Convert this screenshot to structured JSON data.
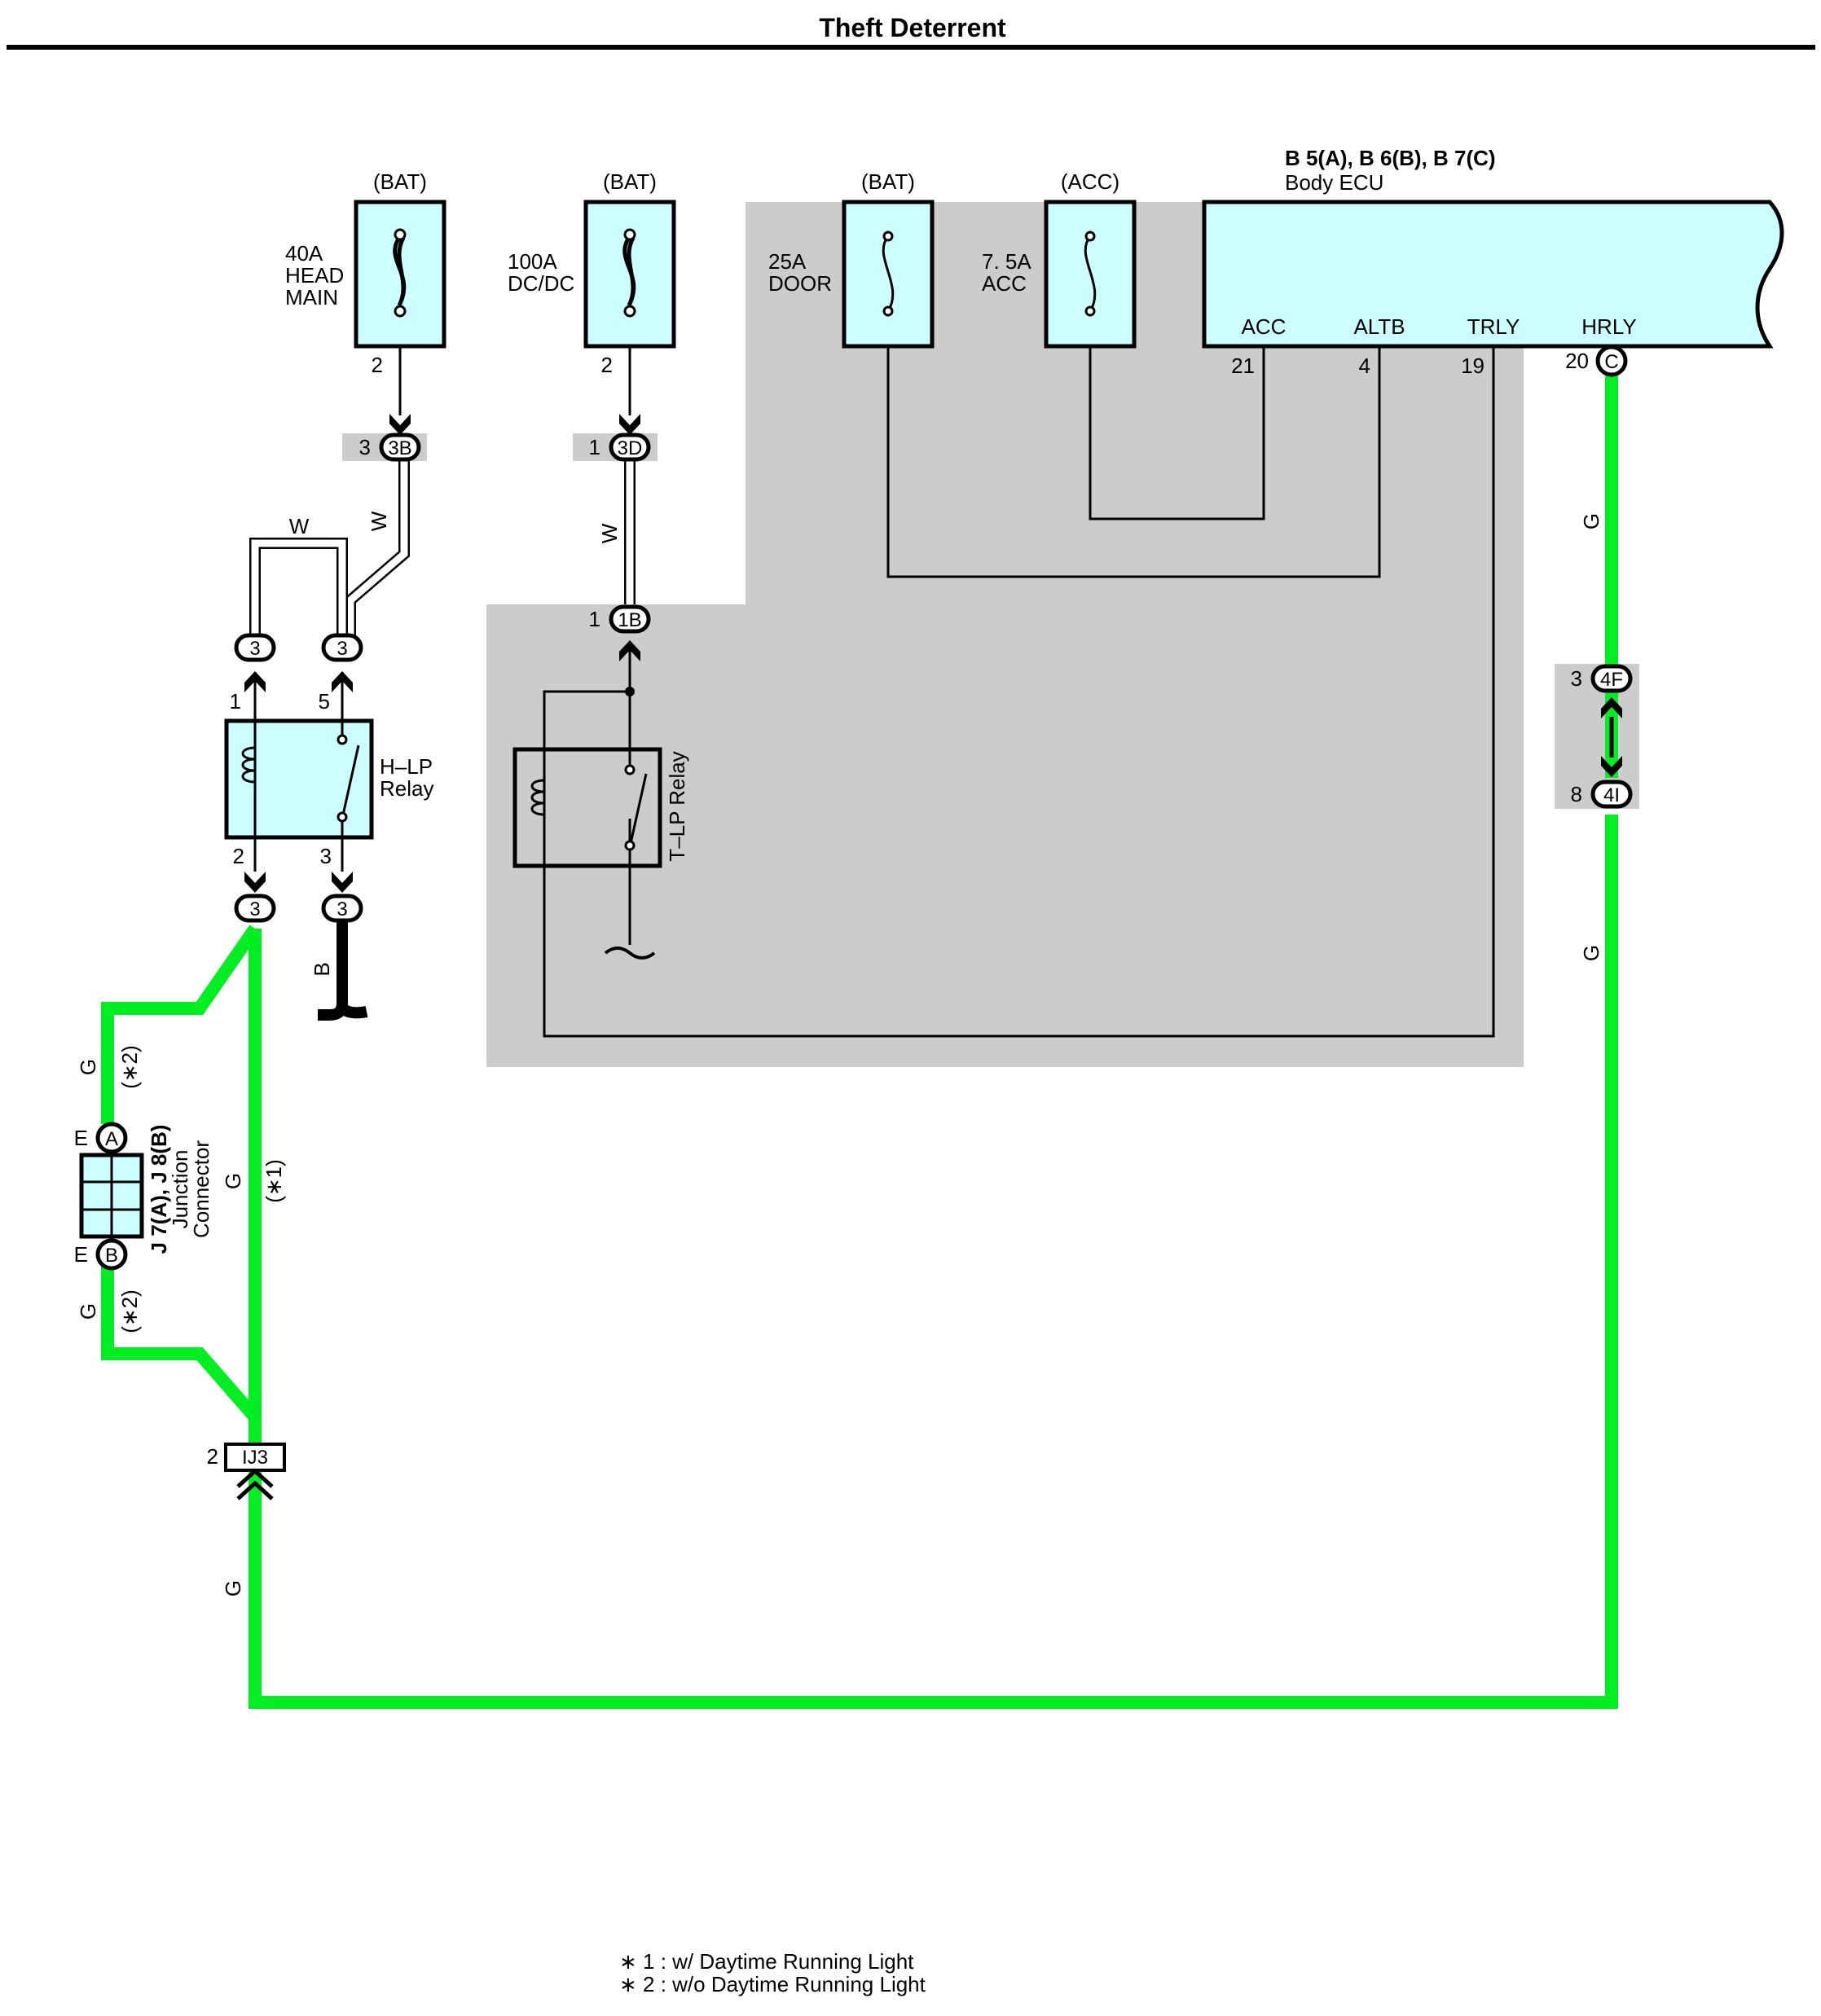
{
  "title": "Theft Deterrent",
  "fuses": [
    {
      "id": "head",
      "supply": "(BAT)",
      "rating": "40A",
      "name_lines": [
        "HEAD",
        "MAIN"
      ],
      "pin": "2"
    },
    {
      "id": "dcdc",
      "supply": "(BAT)",
      "rating": "100A",
      "name_lines": [
        "DC/DC"
      ],
      "pin": "2"
    },
    {
      "id": "door",
      "supply": "(BAT)",
      "rating": "25A",
      "name_lines": [
        "DOOR"
      ]
    },
    {
      "id": "acc",
      "supply": "(ACC)",
      "rating": "7. 5A",
      "name_lines": [
        "ACC"
      ]
    }
  ],
  "ecu": {
    "code": "B 5(A), B 6(B), B 7(C)",
    "name": "Body ECU",
    "terminals": [
      {
        "label": "ACC",
        "pin": "21"
      },
      {
        "label": "ALTB",
        "pin": "4"
      },
      {
        "label": "TRLY",
        "pin": "19"
      },
      {
        "label": "HRLY",
        "pin": "20",
        "connector": "C"
      }
    ]
  },
  "connectors": {
    "c3b": {
      "pin": "3",
      "label": "3B"
    },
    "c3d": {
      "pin": "1",
      "label": "3D"
    },
    "c1b": {
      "pin": "1",
      "label": "1B"
    },
    "c4f": {
      "pin": "3",
      "label": "4F"
    },
    "c4i": {
      "pin": "8",
      "label": "4I"
    },
    "ij3": {
      "pin": "2",
      "label": "IJ3"
    },
    "relay_plug": "3"
  },
  "hlp_relay": {
    "name_lines": [
      "H–LP",
      "Relay"
    ],
    "pins": [
      "1",
      "5",
      "2",
      "3"
    ]
  },
  "tlp_relay": {
    "name": "T–LP Relay"
  },
  "junction": {
    "name_lines": [
      "J 7(A), J 8(B)",
      "Junction",
      "Connector"
    ],
    "top": {
      "side": "E",
      "letter": "A"
    },
    "bottom": {
      "side": "E",
      "letter": "B"
    }
  },
  "wire_colors": {
    "white": "W",
    "green": "G",
    "black": "B"
  },
  "notes": {
    "n1": "(∗1)",
    "n2": "(∗2)"
  },
  "footnotes": [
    "∗ 1 : w/ Daytime Running Light",
    "∗ 2 : w/o Daytime Running Light"
  ],
  "colors": {
    "component_fill": "#ccffff",
    "green_wire": "#00ee22",
    "shaded_area": "#cccccc"
  }
}
